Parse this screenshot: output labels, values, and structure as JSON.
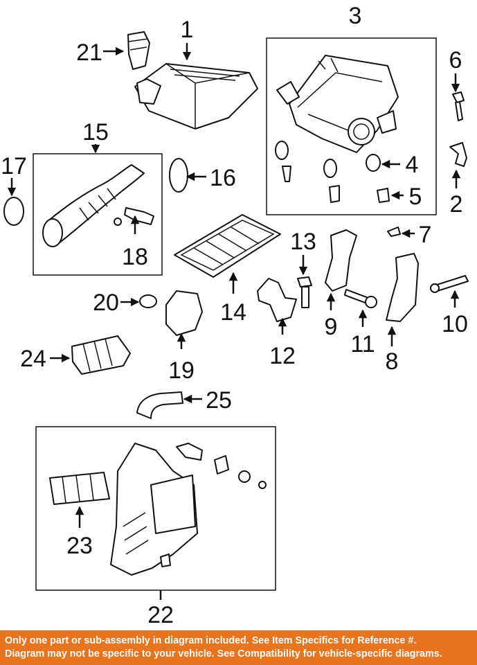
{
  "diagram": {
    "callouts": {
      "c1": "1",
      "c2": "2",
      "c3": "3",
      "c4": "4",
      "c5": "5",
      "c6": "6",
      "c7": "7",
      "c8": "8",
      "c9": "9",
      "c10": "10",
      "c11": "11",
      "c12": "12",
      "c13": "13",
      "c14": "14",
      "c15": "15",
      "c16": "16",
      "c17": "17",
      "c18": "18",
      "c19": "19",
      "c20": "20",
      "c21": "21",
      "c22": "22",
      "c23": "23",
      "c24": "24",
      "c25": "25"
    }
  },
  "footer": {
    "line1": "Only one part or sub-assembly in diagram included. See Item Specifics for Reference #.",
    "line2": "Diagram may not be specific to your vehicle. See Compatibility for vehicle-specific diagrams."
  },
  "colors": {
    "banner": "#e8741e",
    "banner_text": "#ffffff",
    "line_art": "#111111"
  }
}
